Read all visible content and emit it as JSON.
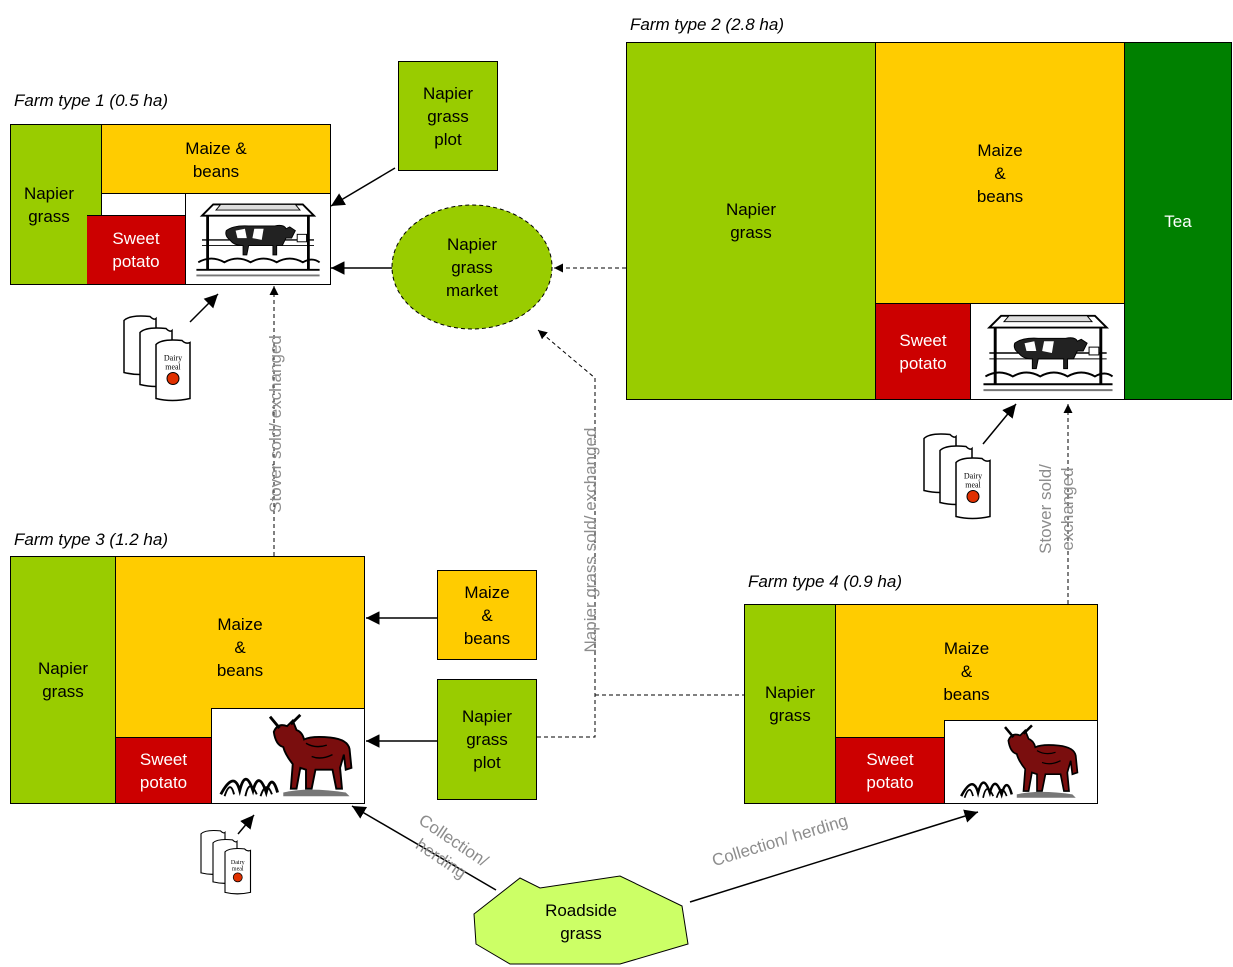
{
  "farm1": {
    "title": "Farm type 1 (0.5 ha)",
    "napier": "Napier\ngrass",
    "maize": "Maize &\nbeans",
    "sweet": "Sweet\npotato"
  },
  "napier_plot_top": "Napier\ngrass\nplot",
  "market": "Napier\ngrass\nmarket",
  "farm2": {
    "title": "Farm type 2 (2.8 ha)",
    "napier": "Napier\ngrass",
    "maize": "Maize\n&\nbeans",
    "tea": "Tea",
    "sweet": "Sweet\npotato"
  },
  "farm3": {
    "title": "Farm type 3 (1.2 ha)",
    "napier": "Napier\ngrass",
    "maize": "Maize\n&\nbeans",
    "sweet": "Sweet\npotato"
  },
  "maize_box": "Maize\n&\nbeans",
  "napier_plot_mid": "Napier\ngrass\nplot",
  "farm4": {
    "title": "Farm type 4 (0.9 ha)",
    "napier": "Napier\ngrass",
    "maize": "Maize\n&\nbeans",
    "sweet": "Sweet\npotato"
  },
  "roadside": "Roadside\ngrass",
  "dairy_meal": "Dairy\nmeal",
  "labels": {
    "stover1": "Stover sold/ exchanged",
    "napier_sold": "Napier grass sold/ exchanged",
    "stover2": "Stover sold/\nexchanged",
    "collection_left": "Collection/\nherding",
    "collection_right": "Collection/ herding"
  },
  "colors": {
    "napier": "#99cc00",
    "maize": "#ffcc00",
    "sweet_potato": "#cc0000",
    "tea": "#008000",
    "roadside": "#ccff66",
    "label_grey": "#8c8c8c"
  }
}
